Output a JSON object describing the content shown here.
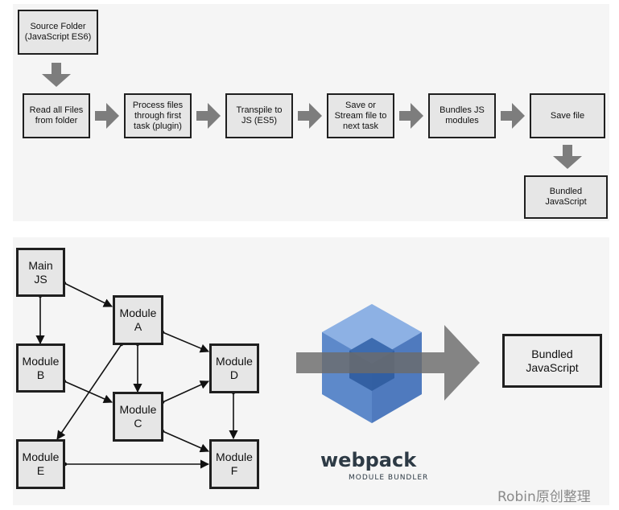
{
  "pipeline": {
    "source": "Source Folder\n(JavaScript ES6)",
    "steps": [
      "Read all Files\nfrom folder",
      "Process files\nthrough first\ntask (plugin)",
      "Transpile to\nJS (ES5)",
      "Save or\nStream file to\nnext task",
      "Bundles JS\nmodules",
      "Save file"
    ],
    "output": "Bundled\nJavaScript"
  },
  "graph": {
    "main": "Main\nJS",
    "module_a": "Module\nA",
    "module_b": "Module\nB",
    "module_c": "Module\nC",
    "module_d": "Module\nD",
    "module_e": "Module\nE",
    "module_f": "Module\nF"
  },
  "webpack": {
    "name": "webpack",
    "tagline": "MODULE BUNDLER",
    "logo": "webpack-cube-logo",
    "output": "Bundled\nJavaScript"
  },
  "watermark": "Robin原创整理",
  "colors": {
    "arrow_gray": "#7d7d7d",
    "box_fill": "#e6e6e6",
    "cube_blue": "#5b86c9",
    "cube_dark": "#2f5c9e"
  }
}
